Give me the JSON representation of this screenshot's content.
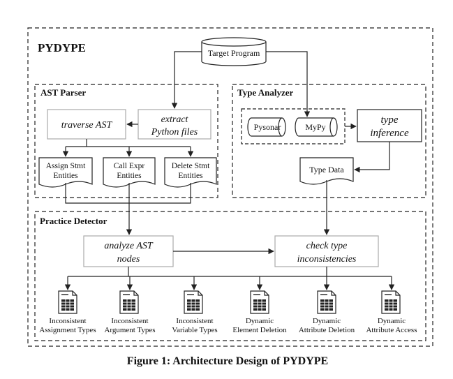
{
  "title": "PYDYPE",
  "caption": "Figure 1: Architecture Design of PYDYPE",
  "nodes": {
    "target_program": "Target Program",
    "extract_line1": "extract",
    "extract_line2": "Python files",
    "traverse_ast": "traverse AST",
    "pysonar": "Pysonar",
    "mypy": "MyPy",
    "type_inference_line1": "type",
    "type_inference_line2": "inference",
    "type_data": "Type Data",
    "analyze_line1": "analyze AST",
    "analyze_line2": "nodes",
    "check_line1": "check  type",
    "check_line2": "inconsistencies"
  },
  "groups": {
    "ast_parser": "AST Parser",
    "type_analyzer": "Type Analyzer",
    "practice_detector": "Practice Detector"
  },
  "entities": [
    {
      "line1": "Assign Stmt",
      "line2": "Entities"
    },
    {
      "line1": "Call Expr",
      "line2": "Entities"
    },
    {
      "line1": "Delete Stmt",
      "line2": "Entities"
    }
  ],
  "outputs": [
    {
      "line1": "Inconsistent",
      "line2": "Assignment Types"
    },
    {
      "line1": "Inconsistent",
      "line2": "Argument Types"
    },
    {
      "line1": "Inconsistent",
      "line2": "Variable Types"
    },
    {
      "line1": "Dynamic",
      "line2": "Element Deletion"
    },
    {
      "line1": "Dynamic",
      "line2": "Attribute Deletion"
    },
    {
      "line1": "Dynamic",
      "line2": "Attribute Access"
    }
  ],
  "colors": {
    "stroke": "#222222",
    "gray_box": "#aaaaaa",
    "gray_text": "#444444"
  }
}
